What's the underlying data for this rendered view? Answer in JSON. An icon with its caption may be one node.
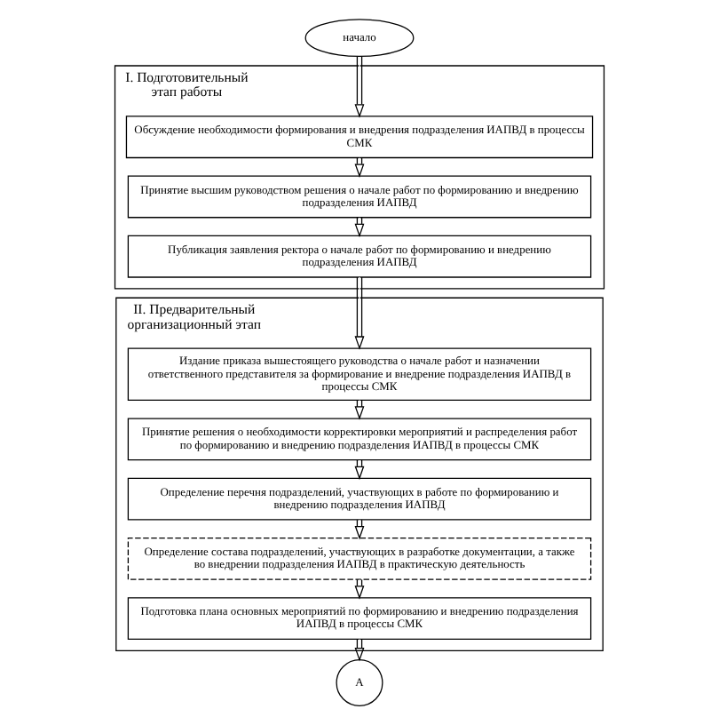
{
  "diagram": {
    "nodes": [
      {
        "text": [
          "начало"
        ]
      },
      {
        "text": [
          "I. Подготовительный этап работы"
        ]
      },
      {
        "text": [
          "Обсуждение необходимости формирования и внедрения подразделения ИАПВД в процессы СМК"
        ],
        "in": 1
      },
      {
        "text": [
          "Принятие высшим руководством решения о начале работ по формированию и внедрению подразделения ИАПВД"
        ],
        "in": 1
      },
      {
        "text": [
          "Публикация заявления ректора о начале работ по формированию и внедрению подразделения ИАПВД"
        ],
        "in": 1
      },
      {
        "text": [
          "II. Предварительный организационный этап"
        ]
      },
      {
        "text": [
          "Издание приказа вышестоящего руководства о начале работ и назначении ответственного представителя за формирование и внедрение подразделения ИАПВД в процессы СМК"
        ],
        "in": 5
      },
      {
        "text": [
          "Принятие решения о необходимости корректировки мероприятий и распределения работ по формированию и внедрению подразделения ИАПВД в процессы СМК"
        ],
        "in": 5
      },
      {
        "text": [
          "Определение перечня подразделений, участвующих в работе по формированию и внедрению подразделения ИАПВД"
        ],
        "in": 5
      },
      {
        "text": [
          "Определение состава подразделений, участвующих в разработке документации, а также во внедрении подразделения ИАПВД в практическую деятельность"
        ],
        "in": 5
      },
      {
        "text": [
          "Подготовка плана основных мероприятий по формированию и внедрению подразделения ИАПВД в процессы СМК"
        ],
        "in": 5
      },
      {
        "text": [
          "А"
        ]
      }
    ],
    "edges": [
      {
        "from": 0,
        "to": 2,
        "arrow": "to"
      },
      {
        "from": 2,
        "to": 3,
        "arrow": "to"
      },
      {
        "from": 3,
        "to": 4,
        "arrow": "to"
      },
      {
        "from": 4,
        "to": 6,
        "arrow": "to"
      },
      {
        "from": 6,
        "to": 7,
        "arrow": "to"
      },
      {
        "from": 7,
        "to": 8,
        "arrow": "to"
      },
      {
        "from": 8,
        "to": 9,
        "arrow": "to"
      },
      {
        "from": 9,
        "to": 10,
        "arrow": "to"
      },
      {
        "from": 10,
        "to": 11,
        "arrow": "to"
      }
    ]
  }
}
